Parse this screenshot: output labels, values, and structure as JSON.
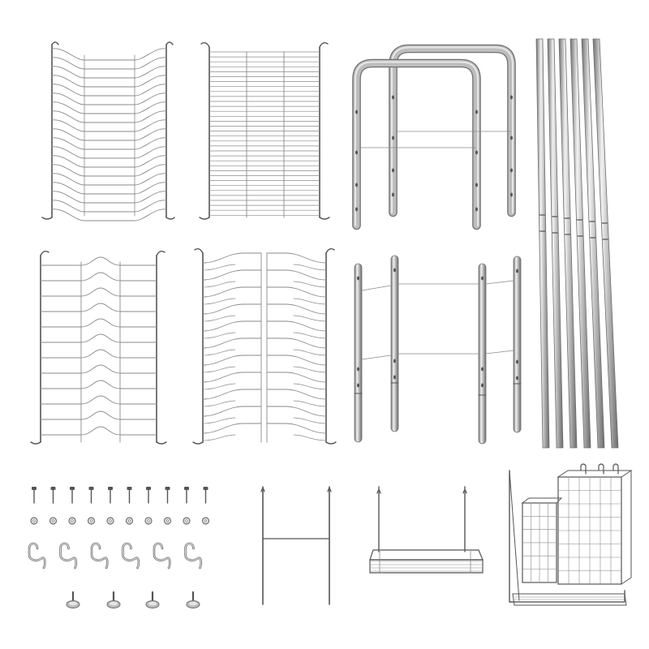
{
  "colors": {
    "background": "#ffffff",
    "wire": "#8a8a8a",
    "wire_dark": "#555555",
    "metal_light": "#e6e6e6",
    "metal_mid": "#bdbdbd",
    "metal_dark": "#707070"
  },
  "parts": [
    {
      "name": "dish-rack-panel",
      "icon": "dish-rack-panel-icon"
    },
    {
      "name": "flat-grid-panel",
      "icon": "flat-grid-panel-icon"
    },
    {
      "name": "u-frame-pair",
      "icon": "u-frame-icon"
    },
    {
      "name": "long-rods-bundle",
      "icon": "rods-icon"
    },
    {
      "name": "bowl-rack-panel",
      "icon": "bowl-rack-panel-icon"
    },
    {
      "name": "plate-rack-panel",
      "icon": "plate-rack-panel-icon"
    },
    {
      "name": "leg-frame-set",
      "icon": "leg-frame-icon"
    },
    {
      "name": "hardware-kit",
      "icon": "screws-washers-hooks-icon"
    },
    {
      "name": "hanger-frame",
      "icon": "hanger-frame-icon"
    },
    {
      "name": "hanging-tray",
      "icon": "hanging-tray-icon"
    },
    {
      "name": "utensil-basket-drainboard",
      "icon": "utensil-basket-icon"
    }
  ],
  "hardware_counts": {
    "screws": 10,
    "washers": 10,
    "s_hooks": 6,
    "feet": 4
  }
}
